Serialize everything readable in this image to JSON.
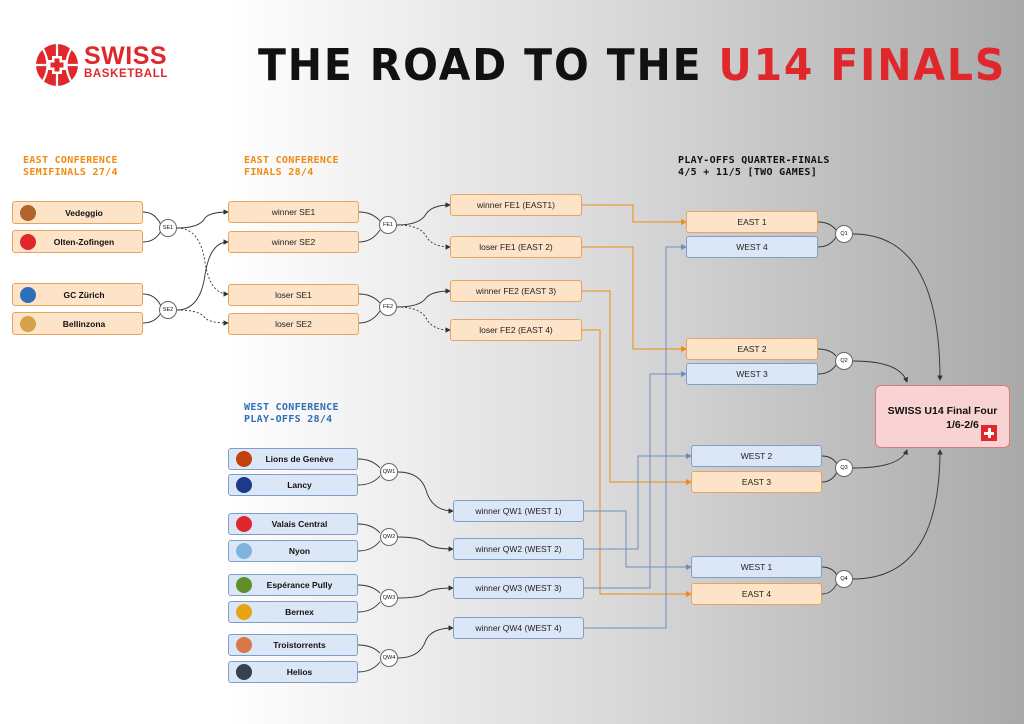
{
  "header": {
    "logo_line1": "SWISS",
    "logo_line2": "BASKETBALL",
    "title_black": "THE ROAD TO THE ",
    "title_red": "U14 FINALS"
  },
  "sections": {
    "east_semis": [
      "EAST CONFERENCE",
      "SEMIFINALS 27/4"
    ],
    "east_finals": [
      "EAST CONFERENCE",
      "FINALS 28/4"
    ],
    "quarters": [
      "PLAY-OFFS QUARTER-FINALS",
      "4/5 + 11/5 [TWO GAMES]"
    ],
    "west_playoffs": [
      "WEST CONFERENCE",
      "PLAY-OFFS 28/4"
    ]
  },
  "east_teams": [
    "Vedeggio",
    "Olten-Zofingen",
    "GC Zürich",
    "Bellinzona"
  ],
  "west_teams": [
    "Lions de Genève",
    "Lancy",
    "Valais Central",
    "Nyon",
    "Espérance Pully",
    "Bernex",
    "Troistorrents",
    "Helios"
  ],
  "east_finals_boxes": [
    "winner  SE1",
    "winner SE2",
    "loser SE1",
    "loser SE2"
  ],
  "east_results": [
    "winner  FE1 (EAST1)",
    "loser FE1 (EAST  2)",
    "winner FE2 (EAST 3)",
    "loser FE2 (EAST 4)"
  ],
  "west_results": [
    "winner  QW1 (WEST 1)",
    "winner QW2 (WEST 2)",
    "winner QW3 (WEST 3)",
    "winner QW4 (WEST 4)"
  ],
  "quarterfinals": [
    "EAST 1",
    "WEST 4",
    "EAST 2",
    "WEST 3",
    "WEST 2",
    "EAST 3",
    "WEST 1",
    "EAST 4"
  ],
  "nodes": [
    "SE1",
    "SE2",
    "FE1",
    "FE2",
    "QW1",
    "QW2",
    "QW3",
    "QW4",
    "Q1",
    "Q2",
    "Q3",
    "Q4"
  ],
  "final": {
    "line1": "SWISS U14 Final Four",
    "line2": "1/6-2/6"
  },
  "colors": {
    "east_fill": "#fde3c8",
    "west_fill": "#dbe7f6",
    "accent_red": "#e0282c",
    "east_line": "#f08a12",
    "west_line": "#6f8fbb"
  },
  "icons": [
    "swiss-basketball-logo-icon",
    "team-logo-icon",
    "swiss-flag-icon"
  ]
}
